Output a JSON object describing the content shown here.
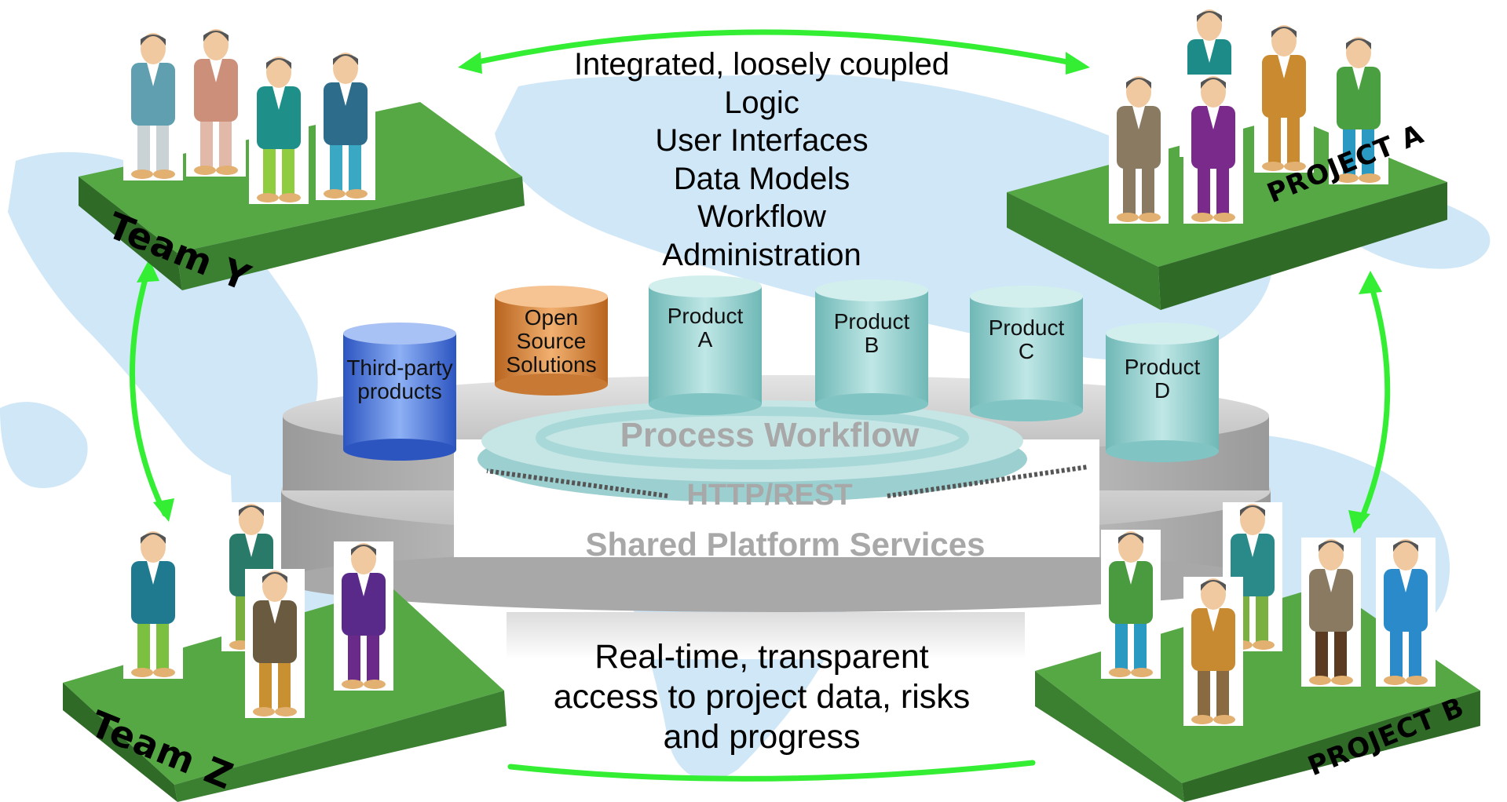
{
  "top_text": {
    "lines": [
      "Integrated, loosely coupled",
      "Logic",
      "User Interfaces",
      "Data Models",
      "Workflow",
      "Administration"
    ]
  },
  "bottom_text": {
    "lines": [
      "Real-time, transparent",
      "access to project data, risks",
      "and progress"
    ]
  },
  "platform": {
    "process_workflow": "Process Workflow",
    "http_rest": "HTTP/REST",
    "shared_services": "Shared Platform Services"
  },
  "databases": [
    {
      "id": "third-party",
      "label": "Third-party products",
      "color": "#4a78d8"
    },
    {
      "id": "open-source",
      "label": "Open Source Solutions",
      "color": "#d2883c"
    },
    {
      "id": "product-a",
      "label": "Product A",
      "color": "#8fd0cf"
    },
    {
      "id": "product-b",
      "label": "Product B",
      "color": "#8fd0cf"
    },
    {
      "id": "product-c",
      "label": "Product C",
      "color": "#8fd0cf"
    },
    {
      "id": "product-d",
      "label": "Product D",
      "color": "#8fd0cf"
    }
  ],
  "teams": {
    "team_y": "Team Y",
    "project_a": "PROJECT A",
    "team_z": "Team Z",
    "project_b": "PROJECT B"
  },
  "colors": {
    "arrow": "#33ee33",
    "platform_green": "#4e9a3c",
    "map": "#cce6f6"
  }
}
